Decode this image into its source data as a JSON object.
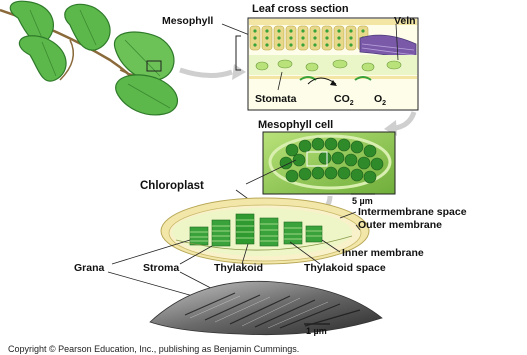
{
  "titles": {
    "leaf_cross_section": "Leaf cross section",
    "mesophyll_cell": "Mesophyll cell"
  },
  "labels": {
    "mesophyll": "Mesophyll",
    "vein": "Vein",
    "stomata": "Stomata",
    "co2": "CO",
    "co2_sub": "2",
    "o2": "O",
    "o2_sub": "2",
    "chloroplast": "Chloroplast",
    "scale_5um": "5 µm",
    "intermembrane_space": "Intermembrane space",
    "outer_membrane": "Outer membrane",
    "inner_membrane": "Inner membrane",
    "grana": "Grana",
    "stroma": "Stroma",
    "thylakoid": "Thylakoid",
    "thylakoid_space": "Thylakoid space",
    "scale_1um": "1 µm"
  },
  "footer": {
    "copyright": "Copyright © Pearson Education, Inc., publishing as Benjamin Cummings."
  },
  "colors": {
    "leaf_green": "#5cb84a",
    "leaf_dark": "#2f7a2a",
    "stem": "#8a6a3a",
    "chloroplast_green": "#3aa23a",
    "membrane_yellow": "#f2e7a8",
    "arrow_gray": "#cfcfcf",
    "vein_purple": "#7a5aa8"
  }
}
